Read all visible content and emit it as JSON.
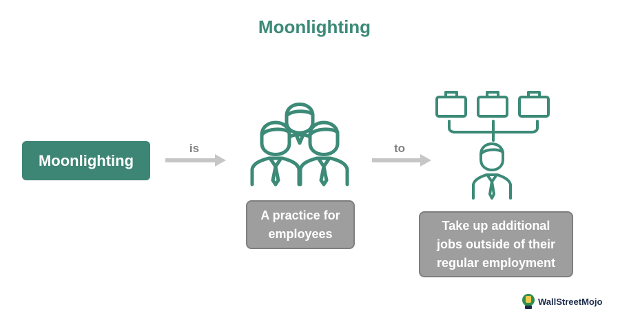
{
  "diagram": {
    "title": "Moonlighting",
    "term": "Moonlighting",
    "connector_1": "is",
    "connector_2": "to",
    "practice_line1": "A practice for",
    "practice_line2": "employees",
    "jobs_line1": "Take up additional",
    "jobs_line2": "jobs outside of their",
    "jobs_line3": "regular employment"
  },
  "brand": {
    "name": "WallStreetMojo"
  },
  "colors": {
    "accent_green": "#3d8574",
    "icon_green": "#3c8a77",
    "box_grey": "#9e9e9e",
    "arrow_grey": "#c6c6c6"
  },
  "icons": [
    "employee-group-icon",
    "briefcase-icon",
    "employee-icon",
    "arrow-right-icon",
    "wallstreetmojo-logo-icon"
  ]
}
